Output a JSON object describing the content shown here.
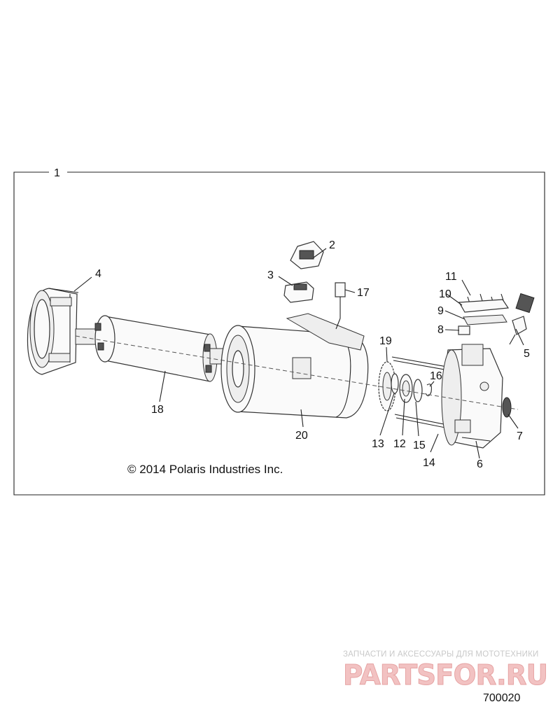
{
  "assembly_callout": "1",
  "callouts": {
    "c2": "2",
    "c3": "3",
    "c4": "4",
    "c5": "5",
    "c6": "6",
    "c7": "7",
    "c8": "8",
    "c9": "9",
    "c10": "10",
    "c11": "11",
    "c12": "12",
    "c13": "13",
    "c14": "14",
    "c15": "15",
    "c16": "16",
    "c17": "17",
    "c18": "18",
    "c19": "19",
    "c20": "20"
  },
  "copyright": "© 2014 Polaris Industries Inc.",
  "watermark": {
    "tagline": "ЗАПЧАСТИ И АКСЕССУАРЫ ДЛЯ МОТОТЕХНИКИ",
    "logo": "PARTSFOR.RU"
  },
  "figure_number": "700020",
  "colors": {
    "line": "#222222",
    "watermark": "#e6a3a3",
    "background": "#ffffff"
  }
}
